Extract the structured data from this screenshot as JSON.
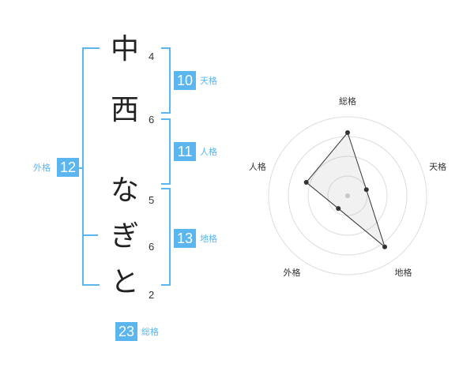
{
  "name": {
    "chars": [
      "中",
      "西",
      "な",
      "ぎ",
      "と"
    ],
    "strokes": [
      "4",
      "6",
      "5",
      "6",
      "2"
    ]
  },
  "kakusu": {
    "tenkaku": {
      "value": "10",
      "label": "天格"
    },
    "jinkaku": {
      "value": "11",
      "label": "人格"
    },
    "chikaku": {
      "value": "13",
      "label": "地格"
    },
    "gaikaku": {
      "value": "12",
      "label": "外格"
    },
    "soukaku": {
      "value": "23",
      "label": "総格"
    }
  },
  "colors": {
    "accent": "#5bb6f0",
    "text": "#222222"
  },
  "chart_data": {
    "type": "radar",
    "axes": [
      "総格",
      "天格",
      "地格",
      "外格",
      "人格"
    ],
    "values": [
      0.8,
      0.25,
      0.8,
      0.2,
      0.55
    ],
    "range": [
      0,
      1
    ],
    "rings": 4
  }
}
